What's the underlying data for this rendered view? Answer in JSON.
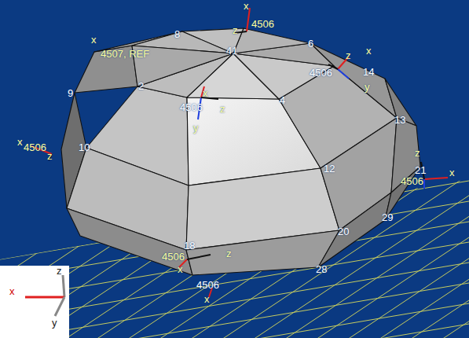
{
  "diagram": {
    "labels": [
      "4506",
      "z",
      "x",
      "8",
      "41",
      "6",
      "4507, REF",
      "x",
      "z",
      "x",
      "4506",
      "14",
      "y",
      "2",
      "4",
      "x",
      "4506",
      "z",
      "y",
      "9",
      "13",
      "x",
      "4506",
      "z",
      "10",
      "12",
      "z",
      "21",
      "x",
      "4506",
      "29",
      "20",
      "18",
      "z",
      "4506",
      "x",
      "28",
      "4506",
      "x",
      "z",
      "x",
      "y"
    ]
  }
}
